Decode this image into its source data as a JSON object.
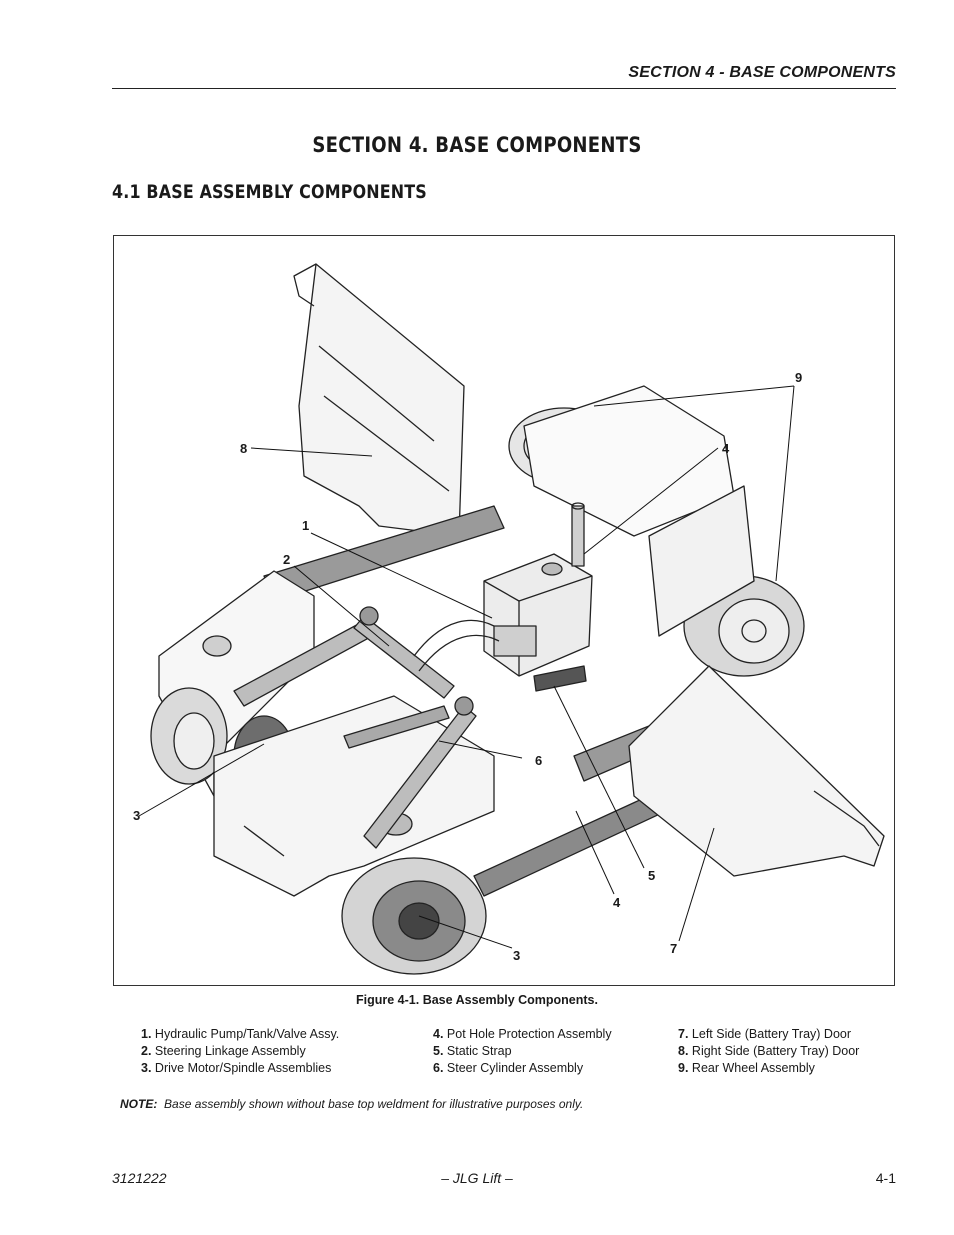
{
  "header": {
    "section_label": "SECTION 4 - BASE COMPONENTS"
  },
  "section_title": "SECTION 4.  BASE COMPONENTS",
  "subsection_title": "4.1   BASE ASSEMBLY COMPONENTS",
  "figure": {
    "caption": "Figure 4-1.  Base Assembly Components.",
    "callouts": [
      "9",
      "8",
      "4",
      "1",
      "2",
      "6",
      "3",
      "5",
      "4",
      "3",
      "7"
    ]
  },
  "legend": {
    "columns": [
      [
        {
          "num": "1.",
          "text": "Hydraulic Pump/Tank/Valve Assy."
        },
        {
          "num": "2.",
          "text": "Steering Linkage Assembly"
        },
        {
          "num": "3.",
          "text": "Drive Motor/Spindle Assemblies"
        }
      ],
      [
        {
          "num": "4.",
          "text": "Pot Hole Protection Assembly"
        },
        {
          "num": "5.",
          "text": "Static Strap"
        },
        {
          "num": "6.",
          "text": "Steer Cylinder Assembly"
        }
      ],
      [
        {
          "num": "7.",
          "text": "Left Side (Battery Tray) Door"
        },
        {
          "num": "8.",
          "text": "Right Side (Battery Tray) Door"
        },
        {
          "num": "9.",
          "text": "Rear Wheel Assembly"
        }
      ]
    ]
  },
  "note": {
    "label": "NOTE:",
    "text": "Base assembly shown without base top weldment for illustrative purposes only."
  },
  "footer": {
    "doc_number": "3121222",
    "center": "– JLG Lift –",
    "page": "4-1"
  }
}
